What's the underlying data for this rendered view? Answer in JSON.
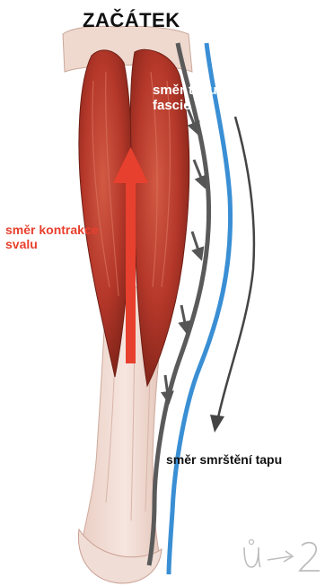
{
  "title": "ZAČÁTEK",
  "labels": {
    "fascia_pull_line1": "směr tahu",
    "fascia_pull_line2": "fascie",
    "muscle_contraction_line1": "směr kontrakce",
    "muscle_contraction_line2": "svalu",
    "tendon_shortening": "směr smrštění tapu"
  },
  "handwritten_note": "ů -> 2",
  "colors": {
    "title": "#111111",
    "fascia_label": "#ffffff",
    "muscle_label": "#e8402e",
    "tendon_label": "#111111",
    "muscle": "#b5382a",
    "contraction_arrow": "#e8402e",
    "fascia_line": "#5a5a5a",
    "tape_line": "#3a8fd4",
    "handwriting": "#bdbdbd"
  },
  "icons": {
    "contraction_arrow": "up-arrow-icon",
    "pull_arrows": "down-right-arrow-icon",
    "shortening_arrow": "down-arrow-icon"
  }
}
